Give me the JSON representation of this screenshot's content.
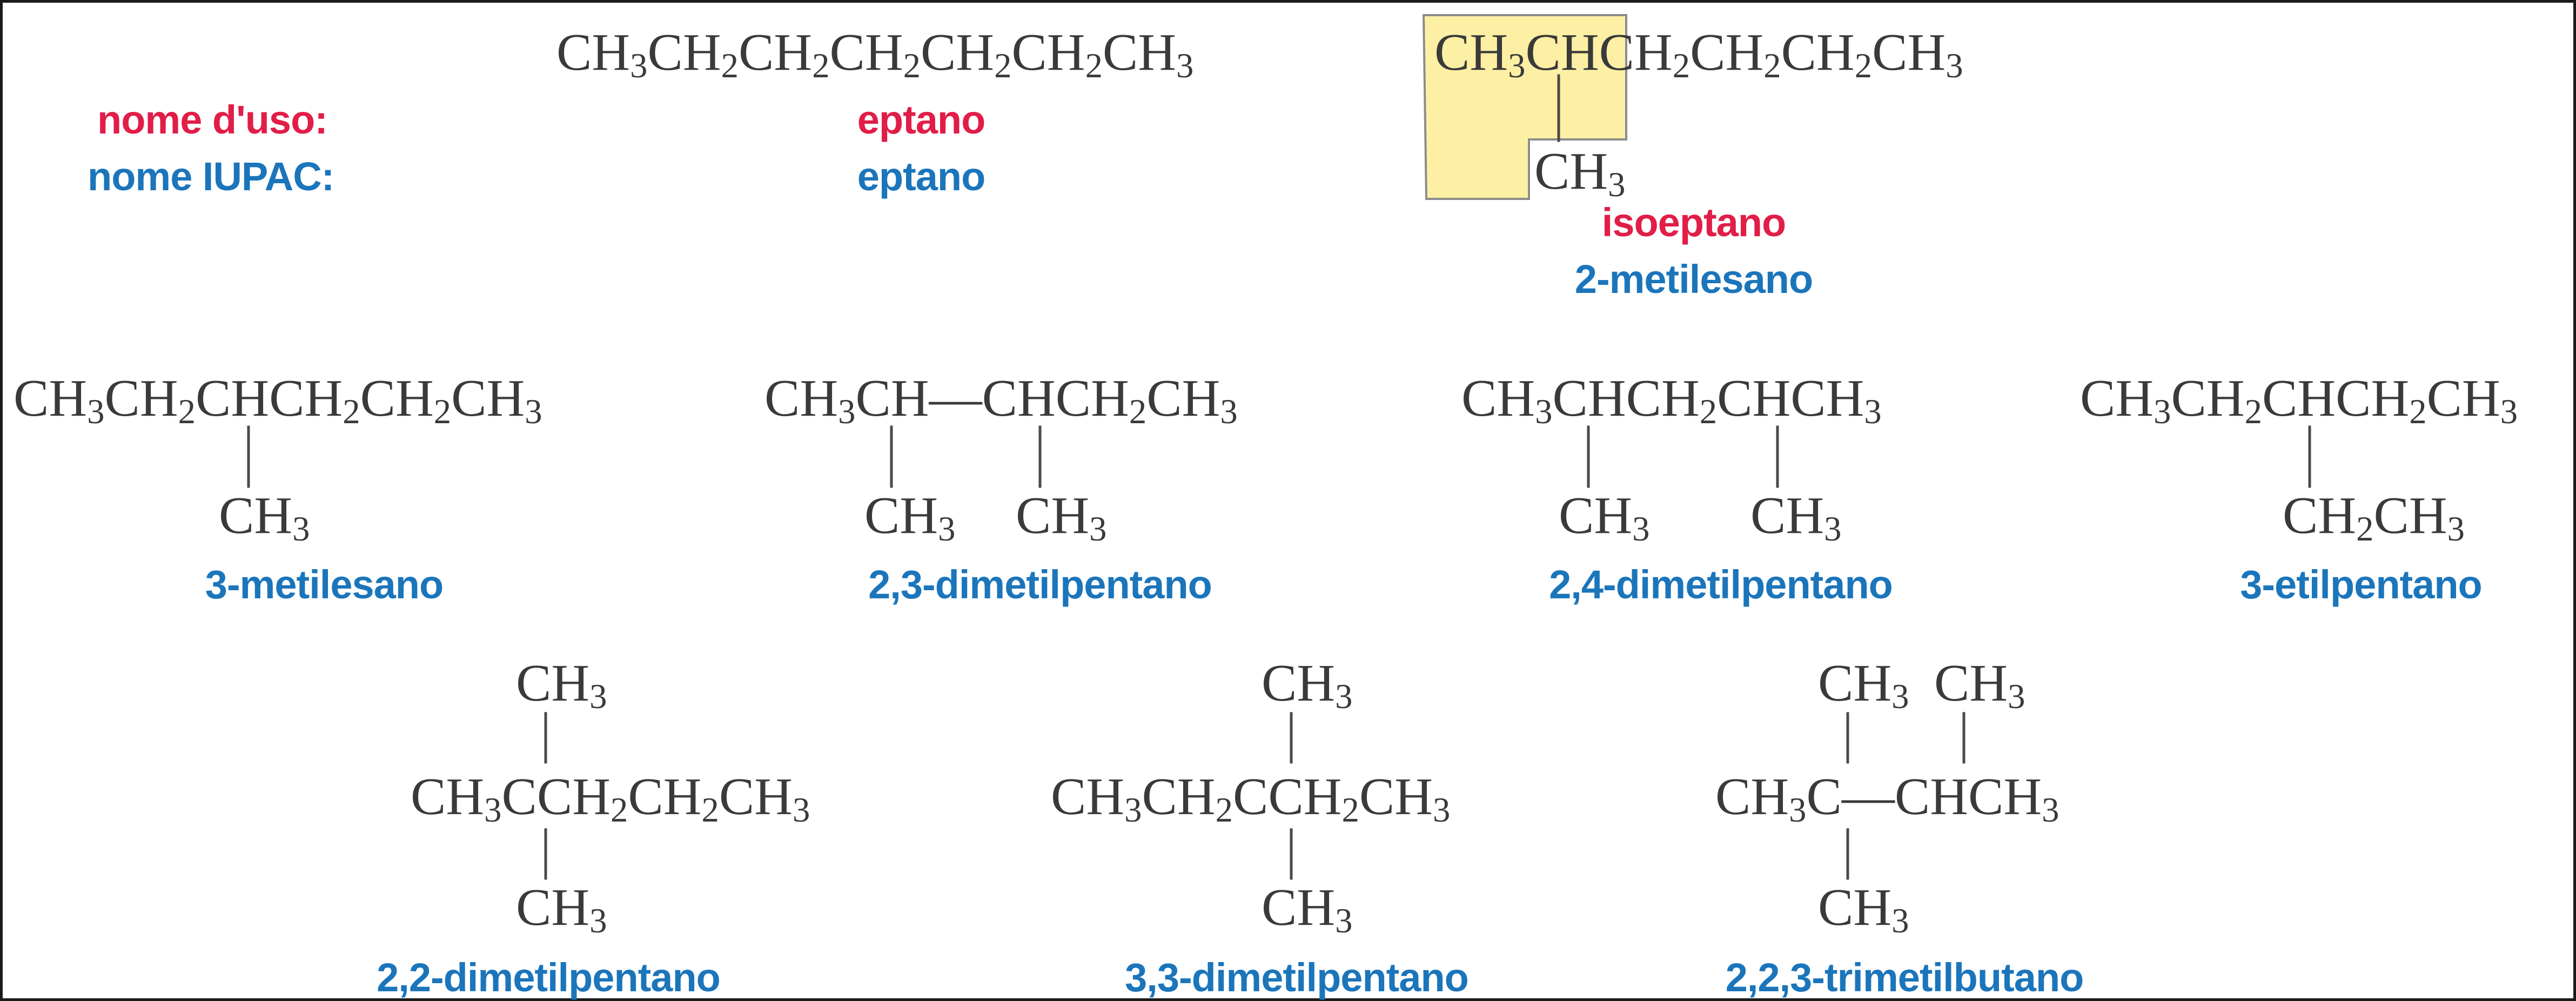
{
  "labels": {
    "common_name_caption": "nome d'uso:",
    "iupac_name_caption": "nome IUPAC:"
  },
  "colors": {
    "common_name": "#e11d48",
    "iupac_name": "#1b75bb",
    "highlight": "#fdf0a4",
    "bond": "#3a3a3a"
  },
  "isomers": [
    {
      "main_chain": "CH3CH2CH2CH2CH2CH2CH3",
      "substituents": [],
      "common_name": "eptano",
      "iupac_name": "eptano"
    },
    {
      "main_chain": "CH3CHCH2CH2CH2CH3",
      "substituents": [
        "CH3"
      ],
      "common_name": "isoeptano",
      "iupac_name": "2-metilesano",
      "highlighted": "CH3CH + CH3"
    },
    {
      "main_chain": "CH3CH2CHCH2CH2CH3",
      "substituents": [
        "CH3"
      ],
      "iupac_name": "3-metilesano"
    },
    {
      "main_chain": "CH3CH—CHCH2CH3",
      "substituents": [
        "CH3",
        "CH3"
      ],
      "iupac_name": "2,3-dimetilpentano"
    },
    {
      "main_chain": "CH3CHCH2CHCH3",
      "substituents": [
        "CH3",
        "CH3"
      ],
      "iupac_name": "2,4-dimetilpentano"
    },
    {
      "main_chain": "CH3CH2CHCH2CH3",
      "substituents": [
        "CH2CH3"
      ],
      "iupac_name": "3-etilpentano"
    },
    {
      "main_chain": "CH3CCH2CH2CH3",
      "substituents": [
        "CH3",
        "CH3"
      ],
      "iupac_name": "2,2-dimetilpentano"
    },
    {
      "main_chain": "CH3CH2CCH2CH3",
      "substituents": [
        "CH3",
        "CH3"
      ],
      "iupac_name": "3,3-dimetilpentano"
    },
    {
      "main_chain": "CH3C—CHCH3",
      "substituents": [
        "CH3",
        "CH3",
        "CH3"
      ],
      "iupac_name": "2,2,3-trimetilbutano"
    }
  ]
}
